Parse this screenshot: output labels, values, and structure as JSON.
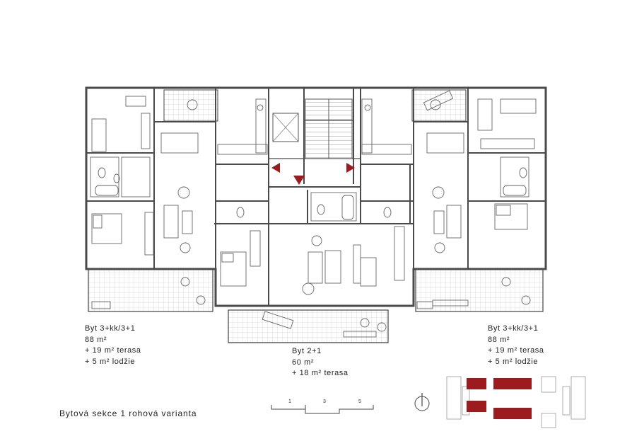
{
  "units": {
    "left": {
      "type": "Byt 3+kk/3+1",
      "area": "88 m²",
      "terrace": "+ 19 m² terasa",
      "loggia": "+ 5 m² lodžie"
    },
    "middle": {
      "type": "Byt 2+1",
      "area": "60 m²",
      "terrace": "+ 18 m² terasa"
    },
    "right": {
      "type": "Byt 3+kk/3+1",
      "area": "88 m²",
      "terrace": "+ 19 m² terasa",
      "loggia": "+ 5 m² lodžie"
    }
  },
  "scale_bar": {
    "labels": [
      "1",
      "3",
      "5"
    ]
  },
  "caption": "Bytová sekce 1 rohová varianta",
  "colors": {
    "highlight": "#9b1b1e",
    "wall": "#4a4a4a",
    "line": "#888888"
  },
  "icons": [
    "north-arrow-icon",
    "entry-arrow-icon",
    "key-plan-icon"
  ]
}
